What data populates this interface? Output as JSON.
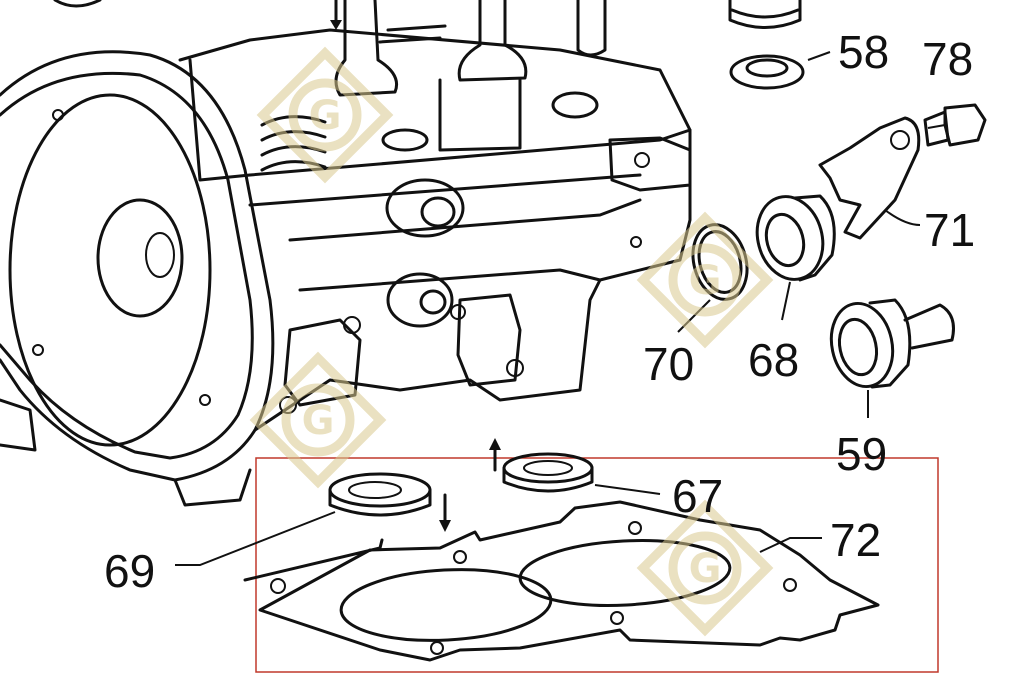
{
  "diagram": {
    "part_numbers": {
      "p58": "58",
      "p78": "78",
      "p71": "71",
      "p70": "70",
      "p68": "68",
      "p59": "59",
      "p67": "67",
      "p72": "72",
      "p69": "69"
    },
    "highlight_color": "#c0392b",
    "watermark_color": "#d9c98f",
    "watermark_letter": "G"
  }
}
